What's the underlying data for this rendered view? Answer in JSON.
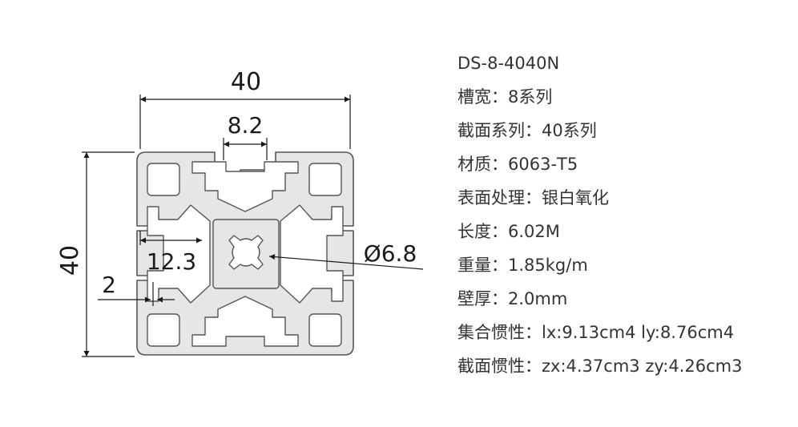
{
  "drawing": {
    "overall_width": "40",
    "overall_height": "40",
    "slot_width": "8.2",
    "inner_dim": "12.3",
    "wall_dim": "2",
    "bore_dia": "Ø6.8"
  },
  "specs": {
    "model": "DS-8-4040N",
    "rows": [
      {
        "label": "槽宽：",
        "value": "8系列"
      },
      {
        "label": "截面系列：",
        "value": "40系列"
      },
      {
        "label": "材质：",
        "value": "6063-T5"
      },
      {
        "label": "表面处理：",
        "value": "银白氧化"
      },
      {
        "label": "长度：",
        "value": "6.02M"
      },
      {
        "label": "重量：",
        "value": "1.85kg/m"
      },
      {
        "label": "壁厚：",
        "value": "2.0mm"
      },
      {
        "label": "集合惯性：",
        "value": "lx:9.13cm4 ly:8.76cm4"
      },
      {
        "label": "截面惯性：",
        "value": "zx:4.37cm3 zy:4.26cm3"
      }
    ]
  },
  "colors": {
    "profile_fill": "#e6e6e6",
    "profile_stroke": "#555555",
    "dimension_line": "#1a1a1a",
    "text": "#333333"
  }
}
